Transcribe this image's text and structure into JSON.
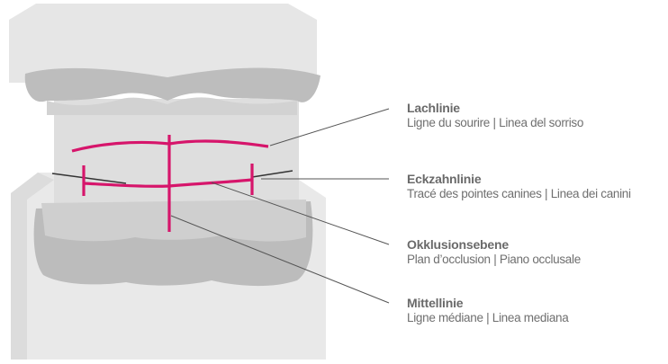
{
  "colors": {
    "accent_lines": "#d6156b",
    "leader_lines": "#555555",
    "model_light": "#e8e8e8",
    "model_mid": "#d9d9d9",
    "gum": "#b7b7b7",
    "teeth": "#d4d4d4",
    "text": "#6f6f6f"
  },
  "labels": {
    "smile_line": {
      "title": "Lachlinie",
      "subtitle": "Ligne du sourire | Linea del sorriso"
    },
    "canine_line": {
      "title": "Eckzahnlinie",
      "subtitle": "Tracé des pointes canines | Linea dei canini"
    },
    "occlusal_plane": {
      "title": "Okklusionsebene",
      "subtitle": "Plan d’occlusion | Piano occlusale"
    },
    "midline": {
      "title": "Mittellinie",
      "subtitle": "Ligne médiane | Linea mediana"
    }
  }
}
